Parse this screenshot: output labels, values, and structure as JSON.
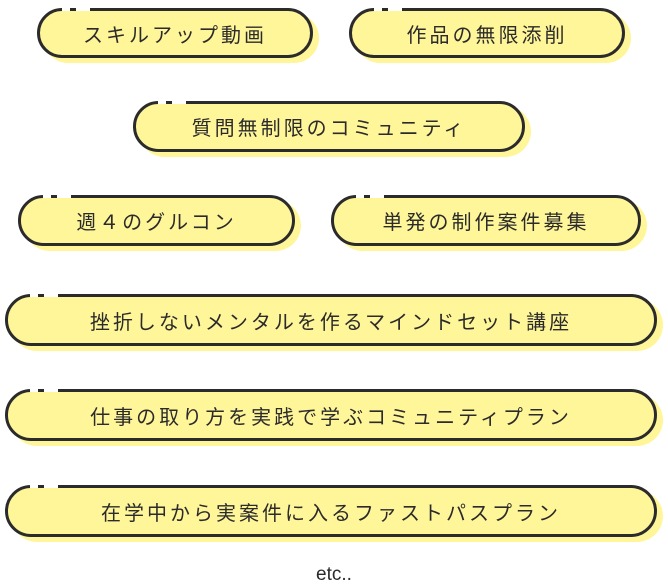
{
  "items": [
    {
      "label": "スキルアップ動画"
    },
    {
      "label": "作品の無限添削"
    },
    {
      "label": "質問無制限のコミュニティ"
    },
    {
      "label": "週４のグルコン"
    },
    {
      "label": "単発の制作案件募集"
    },
    {
      "label": "挫折しないメンタルを作るマインドセット講座"
    },
    {
      "label": "仕事の取り方を実践で学ぶコミュニティプラン"
    },
    {
      "label": "在学中から実案件に入るファストパスプラン"
    }
  ],
  "footer": {
    "etc": "etc.."
  },
  "colors": {
    "fill": "#fff69a",
    "border": "#2b2b2b",
    "background": "#ffffff"
  }
}
